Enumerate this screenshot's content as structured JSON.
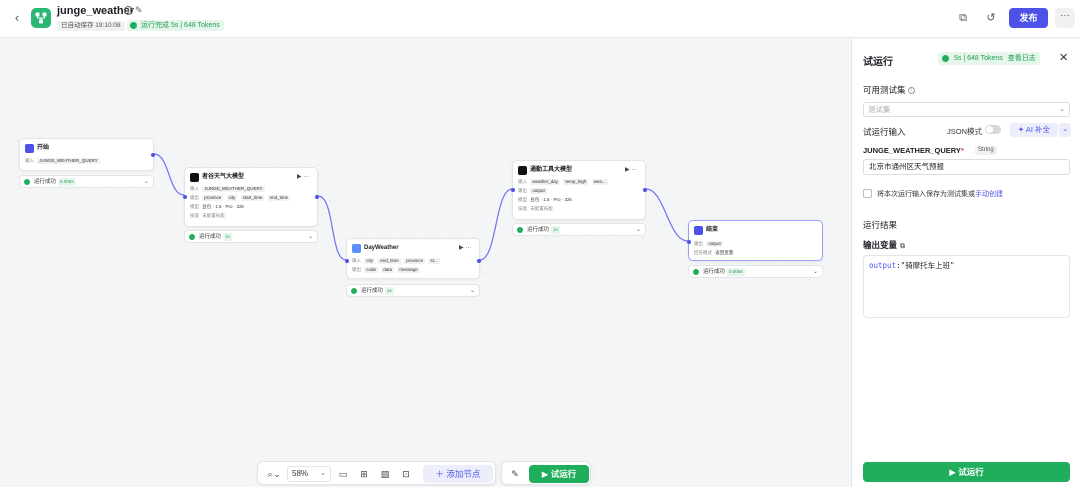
{
  "header": {
    "app_title": "junge_weather",
    "save_status": "已自动保存 19:10:08",
    "run_status": "运行完成 5s | 648 Tokens",
    "publish_label": "发布",
    "more_label": "···"
  },
  "nodes": {
    "start": {
      "title": "开始",
      "input_label": "输入",
      "inputs": [
        "JUNGE_WEATHER_QUERY"
      ],
      "result": "运行成功",
      "time": "0.006s"
    },
    "weather_llm": {
      "title": "者谷天气大模型",
      "input_label": "输入",
      "inputs": [
        "JUNGE_WEATHER_QUERY"
      ],
      "output_label": "输出",
      "outputs": [
        "province",
        "city",
        "start_time",
        "end_time"
      ],
      "model_label": "模型",
      "model": "豆包 · 1.5 · Pro · 32k",
      "skill_label": "技能",
      "skill": "未配置技能",
      "result": "运行成功",
      "time": "1s"
    },
    "day_weather": {
      "title": "DayWeather",
      "input_label": "输入",
      "inputs": [
        "city",
        "end_time",
        "province",
        "st..."
      ],
      "output_label": "输出",
      "outputs": [
        "code",
        "data",
        "message"
      ],
      "result": "运行成功",
      "time": "1s"
    },
    "tool_llm": {
      "title": "通勤工具大模型",
      "input_label": "输入",
      "inputs": [
        "weather_day",
        "temp_high",
        "wea..."
      ],
      "output_label": "输出",
      "outputs": [
        "output"
      ],
      "model_label": "模型",
      "model": "豆包 · 1.5 · Pro · 32k",
      "skill_label": "技能",
      "skill": "未配置技能",
      "result": "运行成功",
      "time": "1s"
    },
    "end": {
      "title": "结束",
      "output_label": "输出",
      "outputs": [
        "output"
      ],
      "mode_label": "回答模式",
      "mode": "返回变量",
      "result": "运行成功",
      "time": "0.006s"
    }
  },
  "toolbar": {
    "zoom": "58%",
    "add_node_label": "添加节点",
    "test_run_label": "试运行"
  },
  "panel": {
    "title": "试运行",
    "badge": "5s | 648 Tokens",
    "badge_link": "查看日志",
    "testset_label": "可用测试集",
    "testset_placeholder": "测试集",
    "run_input_label": "试运行输入",
    "json_mode_label": "JSON模式",
    "ai_fill_label": "AI 补全",
    "var_name": "JUNGE_WEATHER_QUERY",
    "var_type": "String",
    "var_value": "北京市通州区天气预报",
    "save_checkbox_text": "将本次运行输入保存为测试集或",
    "save_checkbox_link": "手动创建",
    "result_label": "运行结果",
    "output_var_label": "输出变量",
    "output_key": "output",
    "output_value": "\"骑摩托车上班\"",
    "run_button_label": "试运行"
  },
  "colors": {
    "brand": "#4d53e8",
    "success": "#1fae5b",
    "app_logo": "#2bb673"
  }
}
